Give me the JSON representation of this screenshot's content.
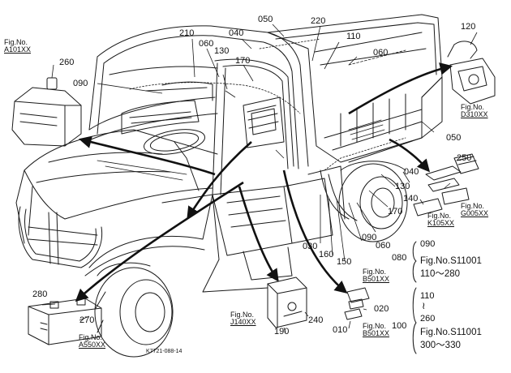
{
  "parts": {
    "p210": "210",
    "p040a": "040",
    "p050a": "050",
    "p220": "220",
    "p060a": "060",
    "p110a": "110",
    "p060b": "060",
    "p120": "120",
    "p130a": "130",
    "p170a": "170",
    "p090a": "090",
    "p260": "260",
    "p050b": "050",
    "p250": "250",
    "p040b": "040",
    "p130b": "130",
    "p140": "140",
    "p170b": "170",
    "p030": "030",
    "p160": "160",
    "p150": "150",
    "p060c": "060",
    "p090b": "090",
    "p080": "080",
    "p090c": "090",
    "p280": "280",
    "p270": "270",
    "p190": "190",
    "p240": "240",
    "p020": "020",
    "p010": "010",
    "p100": "100",
    "p110b": "110",
    "p260b": "260"
  },
  "figs": {
    "a101": {
      "label": "Fig.No.",
      "code": "A101XX"
    },
    "d310": {
      "label": "Fig.No.",
      "code": "D310XX"
    },
    "g005": {
      "label": "Fig.No.",
      "code": "G005XX"
    },
    "k105": {
      "label": "Fig.No.",
      "code": "K105XX"
    },
    "b501a": {
      "label": "Fig.No.",
      "code": "B501XX"
    },
    "b501b": {
      "label": "Fig.No.",
      "code": "B501XX"
    },
    "j140": {
      "label": "Fig.No.",
      "code": "J140XX"
    },
    "a550": {
      "label": "Fig.No.",
      "code": "A550XX"
    }
  },
  "refs": {
    "upper_fig": "Fig.No.S11001",
    "upper_range": "110～280",
    "lower_fig": "Fig.No.S11001",
    "lower_range": "300～330",
    "tilde": "≀"
  },
  "drawing_id": "K7721-088-14"
}
